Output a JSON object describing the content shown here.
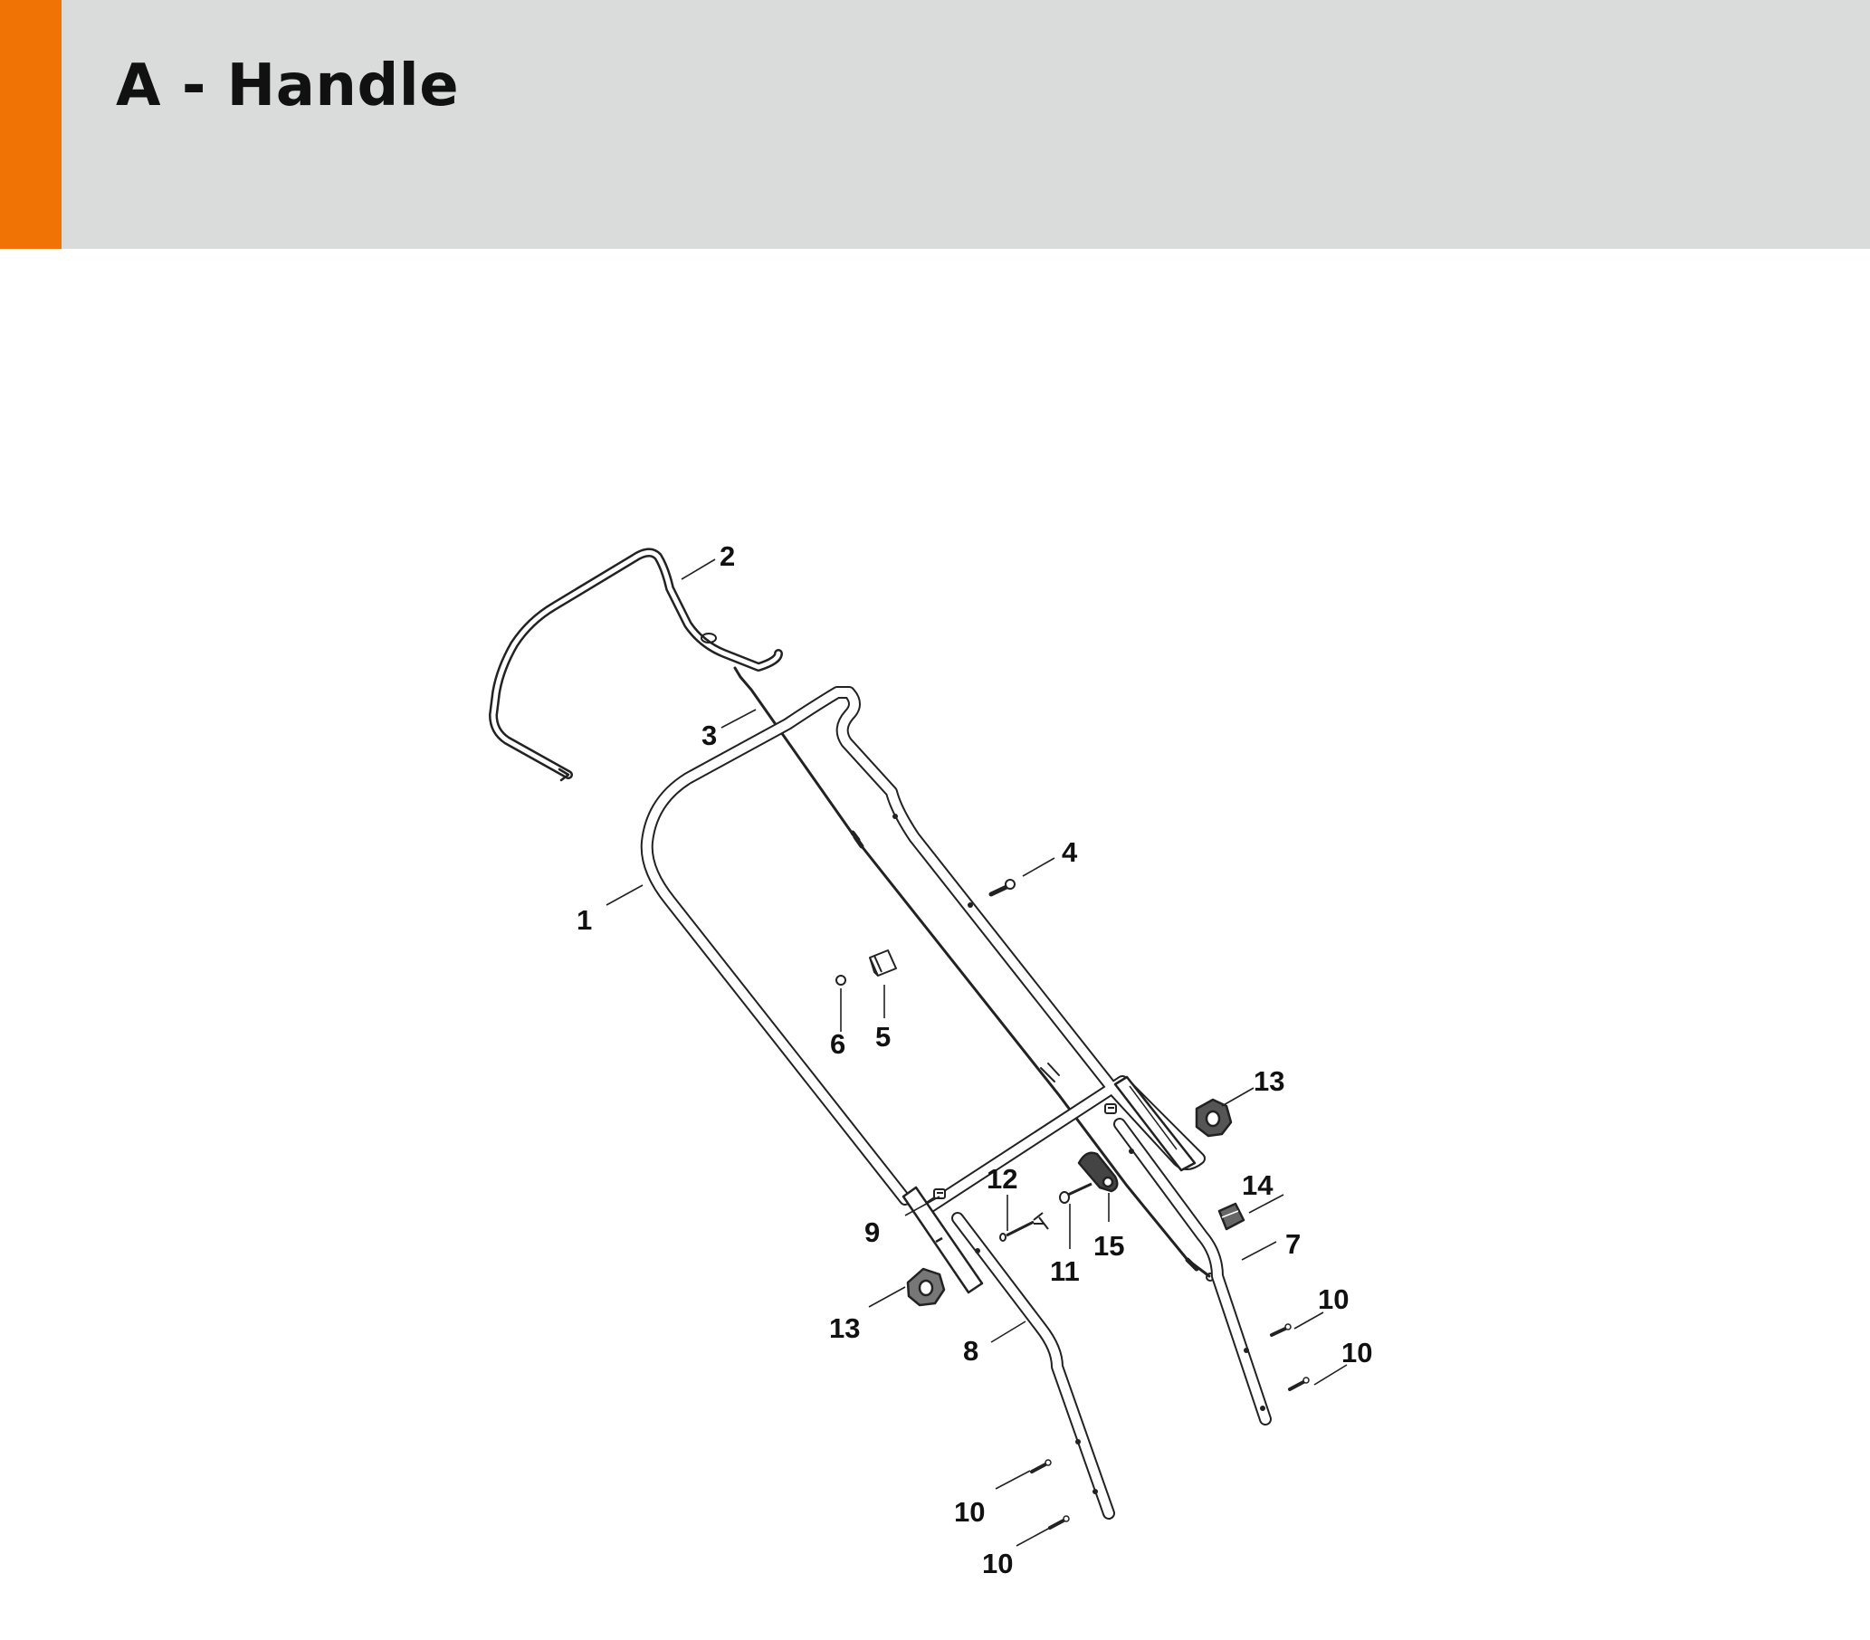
{
  "header": {
    "title": "A - Handle",
    "accent_color": "#f07405",
    "background_color": "#dadcdb"
  },
  "diagram": {
    "line_color": "#222222",
    "callouts": [
      {
        "id": "c1",
        "label": "1"
      },
      {
        "id": "c2",
        "label": "2"
      },
      {
        "id": "c3",
        "label": "3"
      },
      {
        "id": "c4",
        "label": "4"
      },
      {
        "id": "c5",
        "label": "5"
      },
      {
        "id": "c6",
        "label": "6"
      },
      {
        "id": "c7",
        "label": "7"
      },
      {
        "id": "c8",
        "label": "8"
      },
      {
        "id": "c9",
        "label": "9"
      },
      {
        "id": "c10a",
        "label": "10"
      },
      {
        "id": "c10b",
        "label": "10"
      },
      {
        "id": "c10c",
        "label": "10"
      },
      {
        "id": "c10d",
        "label": "10"
      },
      {
        "id": "c11",
        "label": "11"
      },
      {
        "id": "c12",
        "label": "12"
      },
      {
        "id": "c13a",
        "label": "13"
      },
      {
        "id": "c13b",
        "label": "13"
      },
      {
        "id": "c14",
        "label": "14"
      },
      {
        "id": "c15",
        "label": "15"
      }
    ]
  }
}
